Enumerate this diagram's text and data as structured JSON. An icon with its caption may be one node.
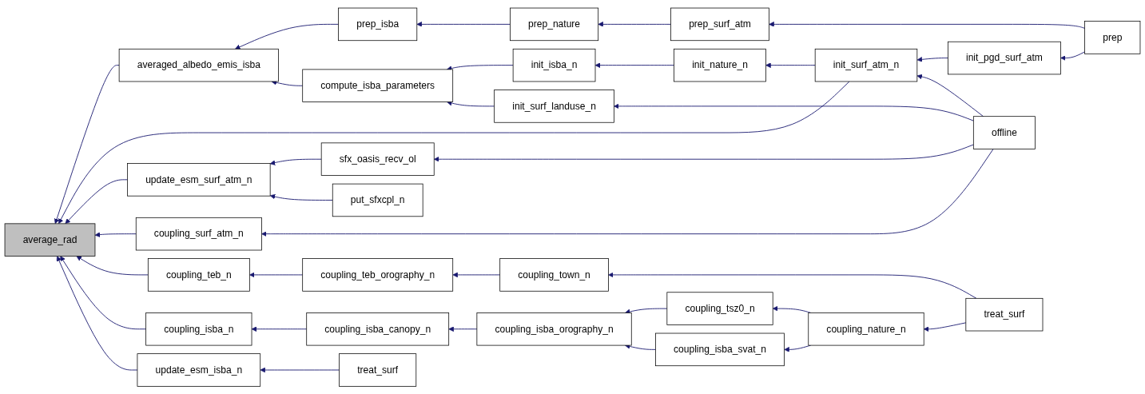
{
  "diagram": {
    "nodes": [
      {
        "text": [
          "average_rad"
        ]
      },
      {
        "text": [
          "averaged_albedo_emis_isba"
        ]
      },
      {
        "text": [
          "prep_isba"
        ]
      },
      {
        "text": [
          "prep_nature"
        ]
      },
      {
        "text": [
          "prep_surf_atm"
        ]
      },
      {
        "text": [
          "prep"
        ]
      },
      {
        "text": [
          "compute_isba_parameters"
        ]
      },
      {
        "text": [
          "init_isba_n"
        ]
      },
      {
        "text": [
          "init_nature_n"
        ]
      },
      {
        "text": [
          "init_surf_atm_n"
        ]
      },
      {
        "text": [
          "init_pgd_surf_atm"
        ]
      },
      {
        "text": [
          "init_surf_landuse_n"
        ]
      },
      {
        "text": [
          "offline"
        ]
      },
      {
        "text": [
          "sfx_oasis_recv_ol"
        ]
      },
      {
        "text": [
          "update_esm_surf_atm_n"
        ]
      },
      {
        "text": [
          "put_sfxcpl_n"
        ]
      },
      {
        "text": [
          "coupling_surf_atm_n"
        ]
      },
      {
        "text": [
          "coupling_teb_n"
        ]
      },
      {
        "text": [
          "coupling_teb_orography_n"
        ]
      },
      {
        "text": [
          "coupling_town_n"
        ]
      },
      {
        "text": [
          "treat_surf"
        ]
      },
      {
        "text": [
          "coupling_isba_n"
        ]
      },
      {
        "text": [
          "coupling_isba_canopy_n"
        ]
      },
      {
        "text": [
          "coupling_isba_orography_n"
        ]
      },
      {
        "text": [
          "coupling_tsz0_n"
        ]
      },
      {
        "text": [
          "coupling_nature_n"
        ]
      },
      {
        "text": [
          "coupling_isba_svat_n"
        ]
      },
      {
        "text": [
          "update_esm_isba_n"
        ]
      },
      {
        "text": [
          "treat_surf"
        ]
      }
    ],
    "edges": [
      {
        "from": 1,
        "to": 0,
        "arrow": "to"
      },
      {
        "from": 9,
        "to": 0,
        "arrow": "to"
      },
      {
        "from": 14,
        "to": 0,
        "arrow": "to"
      },
      {
        "from": 16,
        "to": 0,
        "arrow": "to"
      },
      {
        "from": 17,
        "to": 0,
        "arrow": "to"
      },
      {
        "from": 21,
        "to": 0,
        "arrow": "to"
      },
      {
        "from": 27,
        "to": 0,
        "arrow": "to"
      },
      {
        "from": 2,
        "to": 1,
        "arrow": "to"
      },
      {
        "from": 6,
        "to": 1,
        "arrow": "to"
      },
      {
        "from": 3,
        "to": 2,
        "arrow": "to"
      },
      {
        "from": 4,
        "to": 3,
        "arrow": "to"
      },
      {
        "from": 5,
        "to": 4,
        "arrow": "to"
      },
      {
        "from": 7,
        "to": 6,
        "arrow": "to"
      },
      {
        "from": 11,
        "to": 6,
        "arrow": "to"
      },
      {
        "from": 8,
        "to": 7,
        "arrow": "to"
      },
      {
        "from": 9,
        "to": 8,
        "arrow": "to"
      },
      {
        "from": 10,
        "to": 9,
        "arrow": "to"
      },
      {
        "from": 12,
        "to": 9,
        "arrow": "to"
      },
      {
        "from": 5,
        "to": 10,
        "arrow": "to"
      },
      {
        "from": 12,
        "to": 11,
        "arrow": "to"
      },
      {
        "from": 12,
        "to": 13,
        "arrow": "to"
      },
      {
        "from": 13,
        "to": 14,
        "arrow": "to"
      },
      {
        "from": 15,
        "to": 14,
        "arrow": "to"
      },
      {
        "from": 12,
        "to": 16,
        "arrow": "to"
      },
      {
        "from": 18,
        "to": 17,
        "arrow": "to"
      },
      {
        "from": 19,
        "to": 18,
        "arrow": "to"
      },
      {
        "from": 20,
        "to": 19,
        "arrow": "to"
      },
      {
        "from": 22,
        "to": 21,
        "arrow": "to"
      },
      {
        "from": 23,
        "to": 22,
        "arrow": "to"
      },
      {
        "from": 24,
        "to": 23,
        "arrow": "to"
      },
      {
        "from": 26,
        "to": 23,
        "arrow": "to"
      },
      {
        "from": 25,
        "to": 24,
        "arrow": "to"
      },
      {
        "from": 25,
        "to": 26,
        "arrow": "to"
      },
      {
        "from": 20,
        "to": 25,
        "arrow": "to"
      },
      {
        "from": 28,
        "to": 27,
        "arrow": "to"
      }
    ]
  }
}
